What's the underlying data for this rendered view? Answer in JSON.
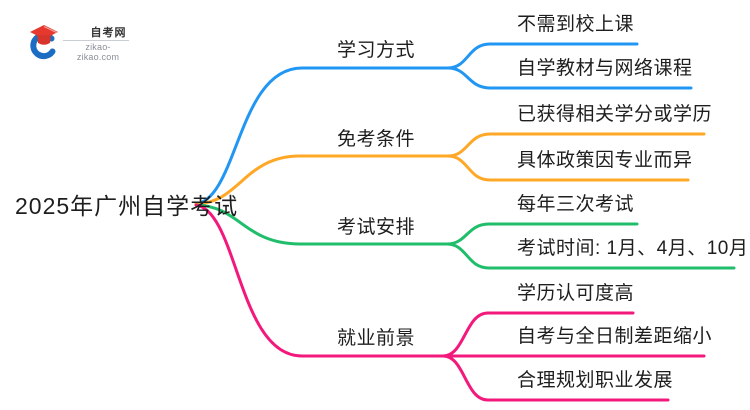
{
  "logo": {
    "title": "自考网",
    "domain": "zikao-zikao.com",
    "icon": "graduation-cap-icon",
    "colors": {
      "cap_red": "#E6382E",
      "swoosh_blue": "#1A6DC2"
    }
  },
  "root": {
    "label": "2025年广州自学考试"
  },
  "colors": {
    "branch_blue": "#2196F3",
    "branch_orange": "#FFA726",
    "branch_green": "#20BE6B",
    "branch_pink": "#F3197C",
    "text": "#1e1e1e"
  },
  "branches": [
    {
      "label": "学习方式",
      "color": "#2196F3",
      "children": [
        "不需到校上课",
        "自学教材与网络课程"
      ]
    },
    {
      "label": "免考条件",
      "color": "#FFA726",
      "children": [
        "已获得相关学分或学历",
        "具体政策因专业而异"
      ]
    },
    {
      "label": "考试安排",
      "color": "#20BE6B",
      "children": [
        "每年三次考试",
        "考试时间: 1月、4月、10月"
      ]
    },
    {
      "label": "就业前景",
      "color": "#F3197C",
      "children": [
        "学历认可度高",
        "自考与全日制差距缩小",
        "合理规划职业发展"
      ]
    }
  ]
}
